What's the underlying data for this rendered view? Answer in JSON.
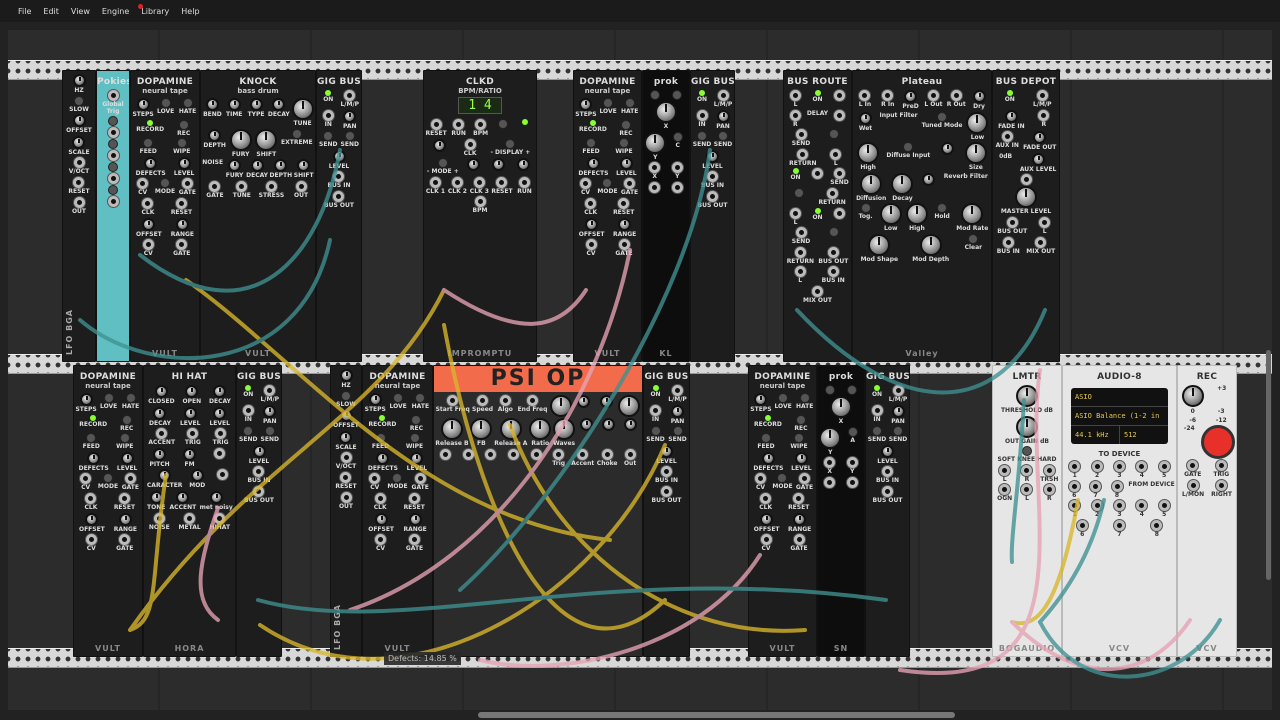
{
  "menu": [
    "File",
    "Edit",
    "View",
    "Engine",
    "Library",
    "Help"
  ],
  "menu_notification_on": "Library",
  "tooltip": "Defects: 14.85 %",
  "templates": {
    "dopamine": [
      [
        "knob",
        "STEPS"
      ],
      [
        "btn",
        "LOVE"
      ],
      [
        "btn",
        "HATE"
      ],
      [
        "led",
        "RECORD"
      ],
      [
        "btn",
        "REC"
      ],
      [
        "btn",
        "FEED"
      ],
      [
        "btn",
        "WIPE"
      ],
      [
        "knob",
        "DEFECTS"
      ],
      [
        "knob",
        "LEVEL"
      ],
      [
        "jack",
        "CV"
      ],
      [
        "btn",
        "MODE"
      ],
      [
        "jack",
        "GATE"
      ],
      [
        "jack",
        "CLK"
      ],
      [
        "jack",
        "RESET"
      ],
      [
        "knob",
        "OFFSET"
      ],
      [
        "knob",
        "RANGE"
      ],
      [
        "jack",
        "CV"
      ],
      [
        "jack",
        "GATE"
      ]
    ],
    "gigbus": [
      [
        "led",
        "ON"
      ],
      [
        "jack",
        "L/M/P"
      ],
      [
        "jack",
        "IN"
      ],
      [
        "knob",
        "PAN"
      ],
      [
        "btn",
        "SEND"
      ],
      [
        "btn",
        "SEND"
      ],
      [
        "knob",
        "LEVEL"
      ],
      [
        "jack",
        "BUS IN"
      ],
      [
        "jack",
        "BUS OUT"
      ]
    ],
    "lfo": [
      [
        "knob",
        "HZ"
      ],
      [
        "btn",
        "SLOW"
      ],
      [
        "knob",
        "OFFSET"
      ],
      [
        "knob",
        "SCALE"
      ],
      [
        "jack",
        "V/OCT"
      ],
      [
        "jack",
        "RESET"
      ],
      [
        "jack",
        "OUT"
      ]
    ]
  },
  "modules": [
    {
      "title": "",
      "vtext": "LFO BGA",
      "controls": "lfo"
    },
    {
      "title": "Pokies",
      "controls": [
        [
          "jack",
          "Global Trig"
        ],
        [
          "btn",
          ""
        ],
        [
          "jack",
          ""
        ],
        [
          "btn",
          ""
        ],
        [
          "jack",
          ""
        ],
        [
          "btn",
          ""
        ],
        [
          "jack",
          ""
        ],
        [
          "btn",
          ""
        ],
        [
          "jack",
          ""
        ]
      ]
    },
    {
      "title": "DOPAMINE",
      "sub": "neural tape",
      "brand": "VULT",
      "controls": "dopamine"
    },
    {
      "title": "KNOCK",
      "sub": "bass drum",
      "brand": "VULT",
      "controls": [
        [
          "knob",
          "BEND"
        ],
        [
          "knob",
          "TIME"
        ],
        [
          "knob",
          "TYPE"
        ],
        [
          "knob",
          "DECAY"
        ],
        [
          "bigknob",
          "TUNE"
        ],
        [
          "knob",
          "DEPTH"
        ],
        [
          "bigknob",
          "FURY"
        ],
        [
          "bigknob",
          "SHIFT"
        ],
        [
          "btn",
          "EXTREME"
        ],
        [
          "label",
          "NOISE"
        ],
        [
          "knob",
          "FURY"
        ],
        [
          "knob",
          "DECAY"
        ],
        [
          "knob",
          "DEPTH"
        ],
        [
          "knob",
          "SHIFT"
        ],
        [
          "jack",
          "GATE"
        ],
        [
          "jack",
          "TUNE"
        ],
        [
          "jack",
          "STRESS"
        ],
        [
          "jack",
          "OUT"
        ]
      ]
    },
    {
      "title": "GIG BUS",
      "controls": "gigbus"
    },
    {
      "title": "CLKD",
      "brand": "IMPROMPTU",
      "display_label": "BPM/RATIO",
      "display": "1  4",
      "controls": [
        [
          "jack",
          "RESET"
        ],
        [
          "jack",
          "RUN"
        ],
        [
          "jack",
          "BPM"
        ],
        [
          "btn",
          ""
        ],
        [
          "led",
          ""
        ],
        [
          "knob",
          ""
        ],
        [
          "jack",
          "CLK"
        ],
        [
          "btn",
          "- DISPLAY +"
        ],
        [
          "btn",
          "- MODE +"
        ],
        [
          "knob",
          ""
        ],
        [
          "knob",
          ""
        ],
        [
          "knob",
          ""
        ],
        [
          "jack",
          "CLK 1"
        ],
        [
          "jack",
          "CLK 2"
        ],
        [
          "jack",
          "CLK 3"
        ],
        [
          "jack",
          "RESET"
        ],
        [
          "jack",
          "RUN"
        ],
        [
          "jack",
          "BPM"
        ]
      ]
    },
    {
      "title": "DOPAMINE",
      "sub": "neural tape",
      "brand": "VULT",
      "controls": "dopamine"
    },
    {
      "title": "prok",
      "brand": "KL",
      "controls": [
        [
          "btn",
          ""
        ],
        [
          "btn",
          ""
        ],
        [
          "bigknob",
          "X"
        ],
        [
          "bigknob",
          "Y"
        ],
        [
          "btn",
          "C"
        ],
        [
          "jack",
          "X"
        ],
        [
          "jack",
          "Y"
        ],
        [
          "jack",
          ""
        ],
        [
          "jack",
          ""
        ]
      ]
    },
    {
      "title": "GIG BUS",
      "controls": "gigbus"
    },
    {
      "title": "BUS ROUTE",
      "controls": [
        [
          "jack",
          "L"
        ],
        [
          "led",
          "ON"
        ],
        [
          "jack",
          ""
        ],
        [
          "jack",
          "R"
        ],
        [
          "label",
          "DELAY"
        ],
        [
          "jack",
          ""
        ],
        [
          "jack",
          "SEND"
        ],
        [
          "btn",
          ""
        ],
        [
          "jack",
          "RETURN"
        ],
        [
          "jack",
          "L"
        ],
        [
          "led",
          "ON"
        ],
        [
          "jack",
          ""
        ],
        [
          "jack",
          "SEND"
        ],
        [
          "btn",
          ""
        ],
        [
          "jack",
          "RETURN"
        ],
        [
          "jack",
          "L"
        ],
        [
          "led",
          "ON"
        ],
        [
          "jack",
          ""
        ],
        [
          "jack",
          "SEND"
        ],
        [
          "btn",
          ""
        ],
        [
          "jack",
          "RETURN"
        ],
        [
          "jack",
          "BUS OUT"
        ],
        [
          "jack",
          "L"
        ],
        [
          "jack",
          "BUS IN"
        ],
        [
          "jack",
          "MIX OUT"
        ]
      ]
    },
    {
      "title": "Plateau",
      "brand": "Valley",
      "controls": [
        [
          "jack",
          "L In"
        ],
        [
          "jack",
          "R In"
        ],
        [
          "knob",
          "PreD"
        ],
        [
          "jack",
          "L Out"
        ],
        [
          "jack",
          "R Out"
        ],
        [
          "knob",
          "Dry"
        ],
        [
          "knob",
          "Wet"
        ],
        [
          "label",
          "Input Filter"
        ],
        [
          "btn",
          "Tuned Mode"
        ],
        [
          "bigknob",
          "Low"
        ],
        [
          "bigknob",
          "High"
        ],
        [
          "btn",
          "Diffuse Input"
        ],
        [
          "knob",
          ""
        ],
        [
          "bigknob",
          "Size"
        ],
        [
          "bigknob",
          "Diffusion"
        ],
        [
          "bigknob",
          "Decay"
        ],
        [
          "knob",
          ""
        ],
        [
          "label",
          "Reverb Filter"
        ],
        [
          "btn",
          "Tog."
        ],
        [
          "bigknob",
          "Low"
        ],
        [
          "bigknob",
          "High"
        ],
        [
          "btn",
          "Hold"
        ],
        [
          "bigknob",
          "Mod Rate"
        ],
        [
          "bigknob",
          "Mod Shape"
        ],
        [
          "bigknob",
          "Mod Depth"
        ],
        [
          "btn",
          "Clear"
        ]
      ]
    },
    {
      "title": "BUS DEPOT",
      "controls": [
        [
          "led",
          "ON"
        ],
        [
          "jack",
          "L/M/P"
        ],
        [
          "knob",
          "FADE IN"
        ],
        [
          "jack",
          "R"
        ],
        [
          "jack",
          "AUX IN"
        ],
        [
          "knob",
          "FADE OUT"
        ],
        [
          "label",
          "0dB"
        ],
        [
          "knob",
          "AUX LEVEL"
        ],
        [
          "jack",
          ""
        ],
        [
          "bigknob",
          "MASTER LEVEL"
        ],
        [
          "jack",
          "BUS OUT"
        ],
        [
          "jack",
          "L"
        ],
        [
          "jack",
          "BUS IN"
        ],
        [
          "jack",
          "MIX OUT"
        ]
      ]
    },
    {
      "title": "DOPAMINE",
      "sub": "neural tape",
      "brand": "VULT",
      "controls": "dopamine"
    },
    {
      "title": "HI HAT",
      "brand": "HORA",
      "controls": [
        [
          "knob",
          "CLOSED"
        ],
        [
          "knob",
          "OPEN"
        ],
        [
          "knob",
          "DECAY"
        ],
        [
          "knob",
          "DECAY"
        ],
        [
          "knob",
          "LEVEL"
        ],
        [
          "knob",
          "LEVEL"
        ],
        [
          "jack",
          "ACCENT"
        ],
        [
          "jack",
          "TRIG"
        ],
        [
          "jack",
          "TRIG"
        ],
        [
          "knob",
          "PITCH"
        ],
        [
          "knob",
          "FM"
        ],
        [
          "jack",
          ""
        ],
        [
          "knob",
          "CARACTER"
        ],
        [
          "knob",
          "MOD"
        ],
        [
          "jack",
          ""
        ],
        [
          "knob",
          "TONE"
        ],
        [
          "knob",
          "ACCENT"
        ],
        [
          "knob",
          "met noisy"
        ],
        [
          "jack",
          "NOISE"
        ],
        [
          "jack",
          "METAL"
        ],
        [
          "jack",
          "HIHAT"
        ]
      ]
    },
    {
      "title": "GIG BUS",
      "controls": "gigbus"
    },
    {
      "title": "",
      "vtext": "LFO BGA",
      "controls": "lfo"
    },
    {
      "title": "DOPAMINE",
      "sub": "neural tape",
      "brand": "VULT",
      "controls": "dopamine"
    },
    {
      "title": "PSI OP",
      "controls": [
        [
          "jack",
          "Start Freq"
        ],
        [
          "jack",
          "Speed"
        ],
        [
          "jack",
          "Algo"
        ],
        [
          "jack",
          "End Freq"
        ],
        [
          "bigknob",
          ""
        ],
        [
          "knob",
          ""
        ],
        [
          "knob",
          ""
        ],
        [
          "bigknob",
          ""
        ],
        [
          "bigknob",
          "Release B"
        ],
        [
          "bigknob",
          "FB"
        ],
        [
          "bigknob",
          "Release A"
        ],
        [
          "bigknob",
          "Ratio"
        ],
        [
          "bigknob",
          "Waves"
        ],
        [
          "knob",
          ""
        ],
        [
          "knob",
          ""
        ],
        [
          "knob",
          ""
        ],
        [
          "jack",
          ""
        ],
        [
          "jack",
          ""
        ],
        [
          "jack",
          ""
        ],
        [
          "jack",
          ""
        ],
        [
          "jack",
          ""
        ],
        [
          "jack",
          "Trig"
        ],
        [
          "jack",
          "Accent"
        ],
        [
          "jack",
          "Choke"
        ],
        [
          "jack",
          "Out"
        ]
      ]
    },
    {
      "title": "GIG BUS",
      "controls": "gigbus"
    },
    {
      "title": "DOPAMINE",
      "sub": "neural tape",
      "brand": "VULT",
      "controls": "dopamine"
    },
    {
      "title": "prok",
      "brand": "SN",
      "controls": [
        [
          "btn",
          ""
        ],
        [
          "btn",
          ""
        ],
        [
          "bigknob",
          "X"
        ],
        [
          "bigknob",
          "Y"
        ],
        [
          "btn",
          "A"
        ],
        [
          "jack",
          "X"
        ],
        [
          "jack",
          "Y"
        ],
        [
          "jack",
          ""
        ],
        [
          "jack",
          ""
        ]
      ]
    },
    {
      "title": "GIG BUS",
      "controls": "gigbus"
    },
    {
      "title": "LMTR",
      "brand": "BOGAUDIO",
      "controls": [
        [
          "bigknob",
          "THRESHOLD dB"
        ],
        [
          "bigknob",
          "OUT GAIN dB"
        ],
        [
          "btn",
          "SOFT KNEE HARD"
        ],
        [
          "jack",
          "L"
        ],
        [
          "jack",
          "R"
        ],
        [
          "jack",
          "TRSH"
        ],
        [
          "jack",
          "OGN"
        ],
        [
          "jack",
          "L"
        ],
        [
          "jack",
          "R"
        ]
      ]
    },
    {
      "title": "AUDIO-8",
      "brand": "VCV",
      "device": "ASIO",
      "port": "ASIO Balance (1-2 in",
      "rate": "44.1 kHz",
      "block": "512",
      "to_device": "TO DEVICE",
      "from_device": "FROM DEVICE",
      "controls": [
        [
          "jack",
          "1"
        ],
        [
          "jack",
          "2"
        ],
        [
          "jack",
          "3"
        ],
        [
          "jack",
          "4"
        ],
        [
          "jack",
          "5"
        ],
        [
          "jack",
          "6"
        ],
        [
          "jack",
          "7"
        ],
        [
          "jack",
          "8"
        ],
        [
          "label",
          "FROM DEVICE"
        ],
        [
          "jack",
          "1"
        ],
        [
          "jack",
          "2"
        ],
        [
          "jack",
          "3"
        ],
        [
          "jack",
          "4"
        ],
        [
          "jack",
          "5"
        ],
        [
          "jack",
          "6"
        ],
        [
          "jack",
          "7"
        ],
        [
          "jack",
          "8"
        ]
      ]
    },
    {
      "title": "REC",
      "brand": "VCV",
      "controls": [
        [
          "bigknob",
          ""
        ],
        [
          "label",
          "+3"
        ],
        [
          "label",
          "0"
        ],
        [
          "label",
          "-3"
        ],
        [
          "label",
          "-6"
        ],
        [
          "label",
          "-12"
        ],
        [
          "label",
          "-24"
        ],
        [
          "rec",
          ""
        ],
        [
          "jack",
          "GATE"
        ],
        [
          "jack",
          "TRIG"
        ],
        [
          "jack",
          "L/MON"
        ],
        [
          "jack",
          "RIGHT"
        ]
      ]
    }
  ],
  "cable_colors": {
    "yellow": "#d9b62a",
    "pink": "#e7a3b4",
    "teal": "#3f9191"
  },
  "accent": {
    "psi_header": "#f26b4a",
    "pokies": "#5fbfc3",
    "rec_button": "#e8302a"
  }
}
